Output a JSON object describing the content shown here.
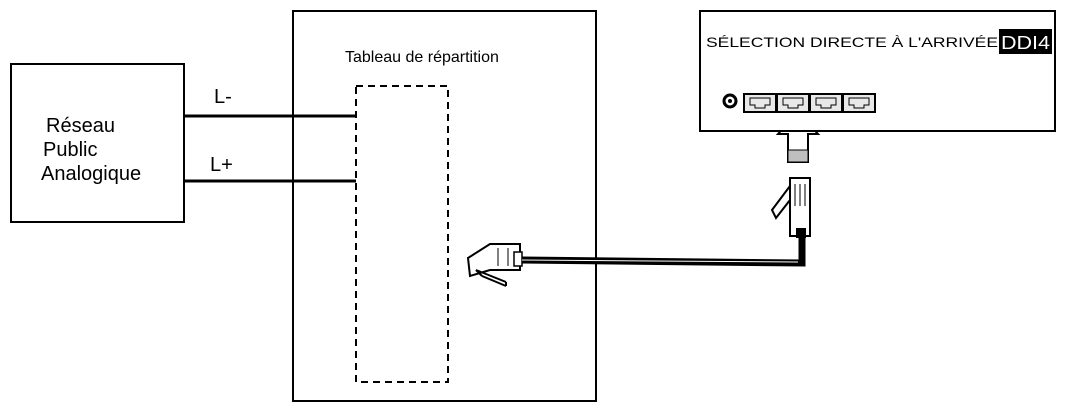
{
  "network": {
    "line1": "Réseau",
    "line2": "Public",
    "line3": "Analogique"
  },
  "wires": {
    "minus_label": "L-",
    "plus_label": "L+"
  },
  "panel": {
    "title": "Tableau de répartition"
  },
  "module": {
    "title": "SÉLECTION DIRECTE À L'ARRIVÉE",
    "badge": "DDI4"
  },
  "colors": {
    "stroke": "#000000",
    "background": "#ffffff",
    "port": "#e8e8e8"
  }
}
